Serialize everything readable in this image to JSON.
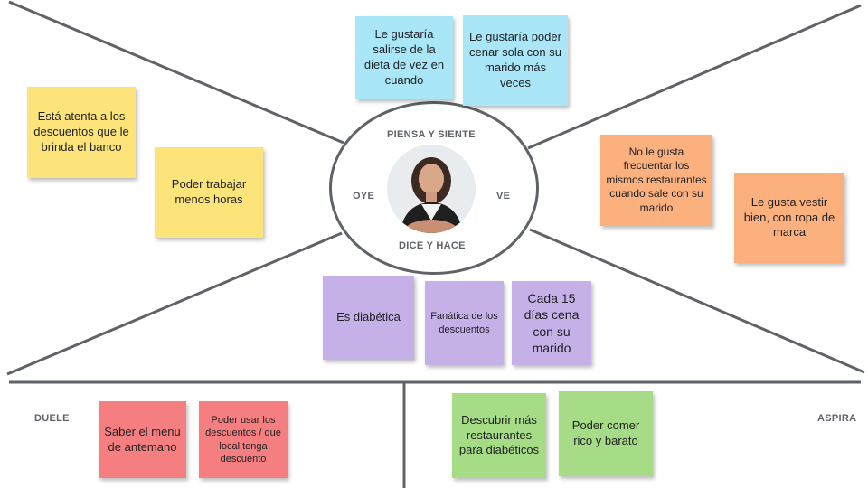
{
  "labels": {
    "piensa_siente": "PIENSA Y SIENTE",
    "oye": "OYE",
    "ve": "VE",
    "dice_hace": "DICE Y HACE",
    "duele": "DUELE",
    "aspira": "ASPIRA"
  },
  "notes": {
    "piensa_1": "Le gustaría salirse de la dieta de vez en cuando",
    "piensa_2": "Le gustaría poder cenar sola con su marido más veces",
    "oye_1": "Está atenta a los descuentos que le brinda el banco",
    "oye_2": "Poder trabajar menos horas",
    "ve_1": "No le gusta frecuentar los mismos restaurantes cuando sale con su marido",
    "ve_2": "Le gusta vestir bien, con ropa de marca",
    "dice_1": "Es diabética",
    "dice_2": "Fanática de los descuentos",
    "dice_3": "Cada 15 días cena con su marido",
    "duele_1": "Saber el menu de antemano",
    "duele_2": "Poder usar los descuentos / que local tenga descuento",
    "aspira_1": "Descubrir más restaurantes para diabéticos",
    "aspira_2": "Poder comer rico y barato"
  },
  "colors": {
    "yellow": "#fde47a",
    "blue": "#a9e6f7",
    "orange": "#fbb07e",
    "purple": "#c6b0e8",
    "red": "#f57f80",
    "green": "#a6dc85",
    "line": "#5f6368"
  },
  "icons": {
    "avatar": "woman-portrait"
  }
}
